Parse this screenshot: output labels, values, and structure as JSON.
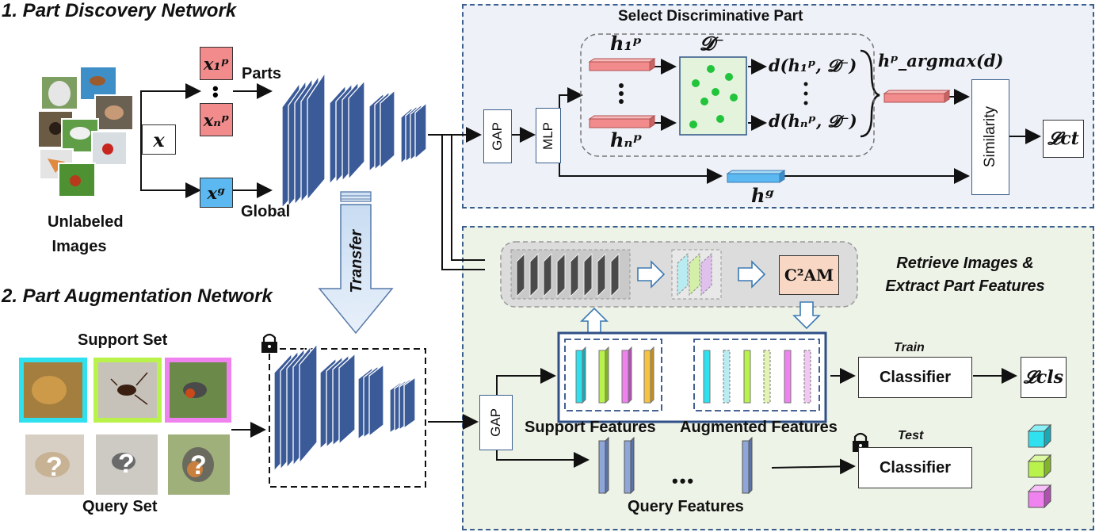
{
  "sections": {
    "part_discovery": "1. Part Discovery Network",
    "part_augmentation": "2. Part Augmentation Network"
  },
  "labels": {
    "unlabeled_images": "Unlabeled Images",
    "parts": "Parts",
    "global": "Global",
    "transfer": "Transfer",
    "support_set": "Support Set",
    "query_set": "Query Set",
    "select_part": "Select Discriminative Part",
    "retrieve": "Retrieve Images & Extract Part Features",
    "support_features": "Support Features",
    "augmented_features": "Augmented Features",
    "query_features": "Query Features",
    "train": "Train",
    "test": "Test",
    "classifier_train": "Classifier",
    "classifier_test": "Classifier",
    "gap_top": "GAP",
    "mlp": "MLP",
    "similarity": "Similarity",
    "gap_bottom": "GAP",
    "c2am": "C²AM",
    "ellipsis": "•••",
    "question": "?"
  },
  "math": {
    "x": "x",
    "x1p": "x₁ᵖ",
    "xnp": "xₙᵖ",
    "xg": "xᵍ",
    "h1p": "h₁ᵖ",
    "hnp": "hₙᵖ",
    "hg": "hᵍ",
    "dminus": "𝓓⁻",
    "d1": "d(h₁ᵖ, 𝓓⁻)",
    "dn": "d(hₙᵖ, 𝓓⁻)",
    "hargmax": "hᵖ_argmax(d)",
    "lct": "𝓛ct",
    "lcls": "𝓛cls"
  },
  "colors": {
    "panel_top_bg": "#eef1f8",
    "panel_bottom_bg": "#eef3e8",
    "panel_border": "#3a5f8c",
    "cnn_blue": "#3a5a98",
    "part_red": "#f28b8b",
    "global_blue": "#5bb8f0",
    "dminus_green": "#e4f3dc",
    "dot_green": "#21c43a",
    "c2am_bg": "#f8d8c5",
    "cube_cyan": "#2fe0ee",
    "cube_lime": "#b8f24a",
    "cube_pink": "#f082f0"
  },
  "icons": [
    "lock-icon",
    "question-mark-icon",
    "arrow-icon"
  ]
}
